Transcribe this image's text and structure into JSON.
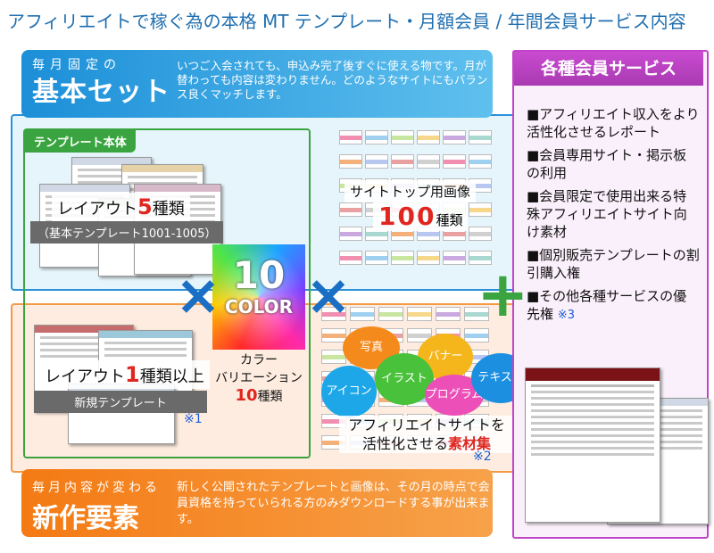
{
  "title": "アフィリエイトで稼ぐ為の本格 MT テンプレート・月額会員 / 年間会員サービス内容",
  "basic": {
    "sub": "毎月固定の",
    "heading": "基本セット",
    "desc": "いつご入会されても、申込み完了後すぐに使える物です。月が替わっても内容は変わりません。どのようなサイトにもバランス良くマッチします。"
  },
  "template_tag": "テンプレート本体",
  "layout5": {
    "pre": "レイアウト",
    "num": "5",
    "post": "種類",
    "sub": "（基本テンプレート1001-1005）"
  },
  "layout1": {
    "pre": "レイアウト",
    "num": "1",
    "post": "種類以上",
    "band": "新規テンプレート",
    "note": "※1"
  },
  "sitetop": {
    "label": "サイトトップ用画像",
    "num": "100",
    "post": "種類"
  },
  "color": {
    "num": "10",
    "word": "COLOR",
    "line1": "カラー",
    "line2": "バリエーション",
    "num2": "10",
    "post": "種類"
  },
  "times_symbol": "×",
  "plus_symbol": "+",
  "assets": {
    "blobs": [
      "写真",
      "バナー",
      "アイコン",
      "イラスト",
      "プログラム",
      "テキスト"
    ],
    "line1": "アフィリエイトサイトを",
    "line2a": "活性化させる",
    "line2b": "素材集",
    "note": "※2"
  },
  "monthly": {
    "sub": "毎月内容が変わる",
    "heading": "新作要素",
    "desc": "新しく公開されたテンプレートと画像は、その月の時点で会員資格を持っていられる方のみダウンロードする事が出来ます。"
  },
  "services": {
    "header": "各種会員サービス",
    "items": [
      "■アフィリエイト収入をより活性化させるレポート",
      "■会員専用サイト・掲示板の利用",
      "■会員限定で使用出来る特殊アフィリエイトサイト向け素材",
      "■個別販売テンプレートの割引購入権",
      "■その他各種サービスの優先権"
    ],
    "note": "※3"
  },
  "colors": {
    "blue": "#2a90d8",
    "orange": "#f39a45",
    "green": "#3aa540",
    "purple": "#c242c8",
    "red": "#e0261e"
  }
}
